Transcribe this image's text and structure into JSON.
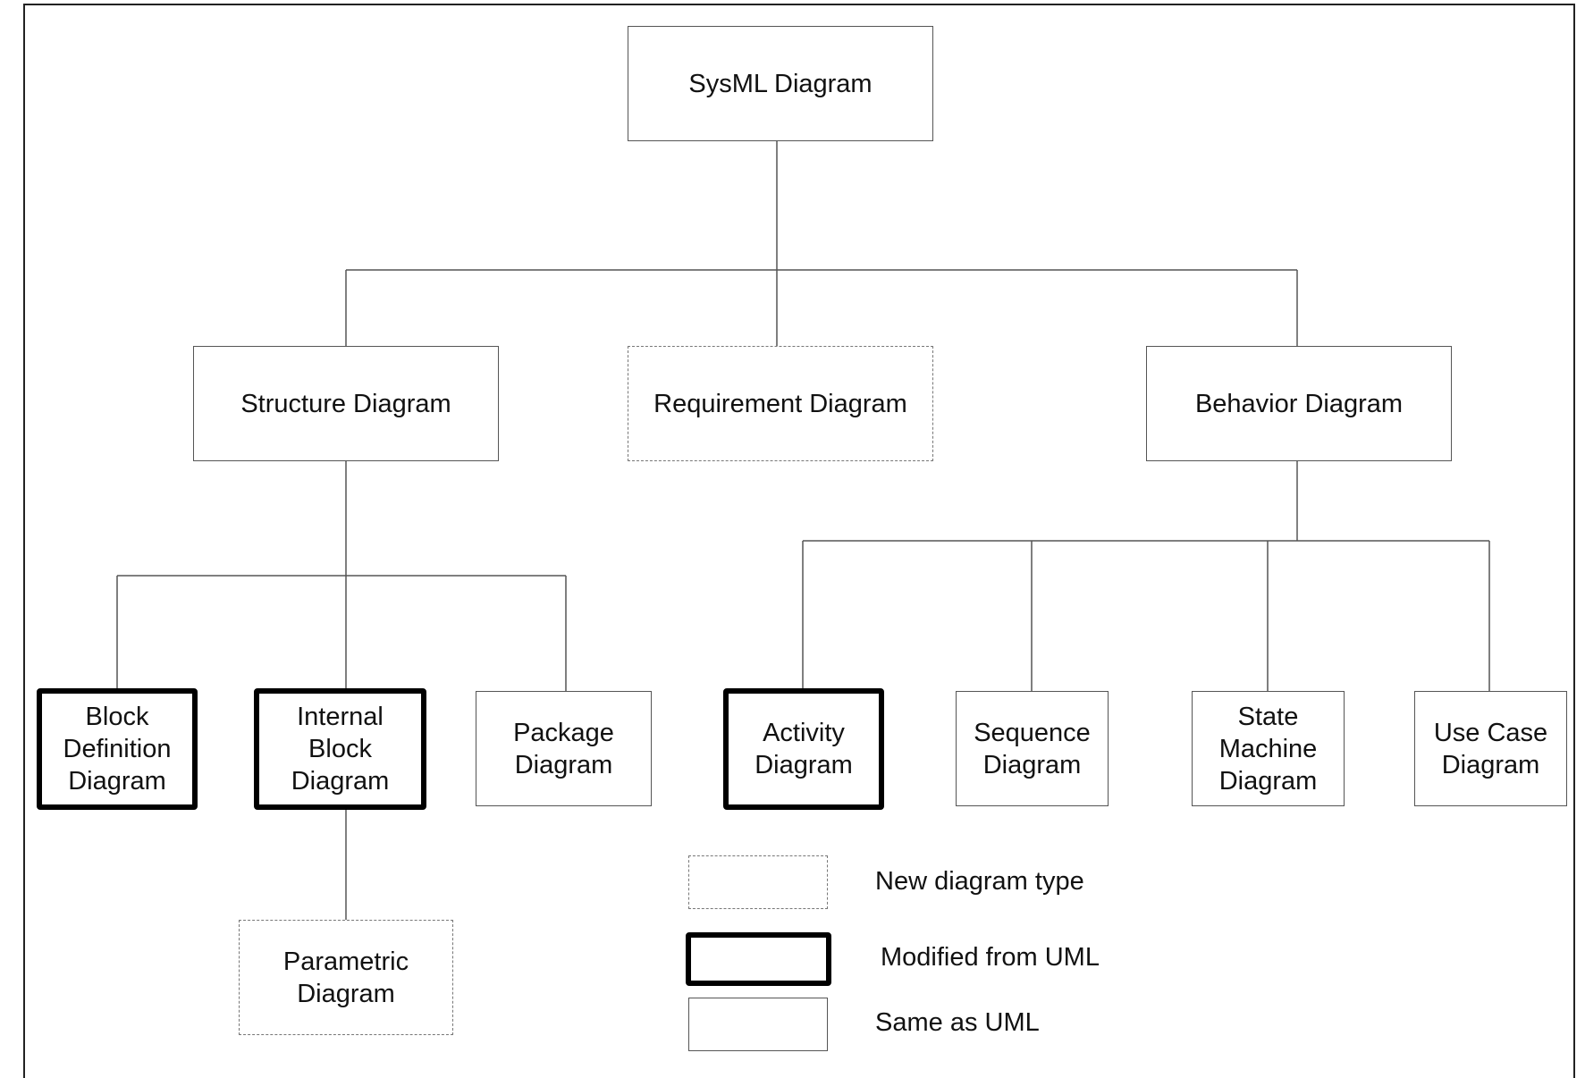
{
  "nodes": {
    "sysml": "SysML Diagram",
    "structure": "Structure Diagram",
    "requirement": "Requirement Diagram",
    "behavior": "Behavior Diagram",
    "block_definition": "Block\nDefinition\nDiagram",
    "internal_block": "Internal\nBlock\nDiagram",
    "package": "Package\nDiagram",
    "activity": "Activity\nDiagram",
    "sequence": "Sequence\nDiagram",
    "state_machine": "State\nMachine\nDiagram",
    "use_case": "Use Case\nDiagram",
    "parametric": "Parametric\nDiagram"
  },
  "legend": {
    "new": "New diagram type",
    "modified": "Modified from UML",
    "same": "Same as UML"
  },
  "colors": {
    "line": "#555555",
    "modified_border": "#000000",
    "new_border": "#777777"
  }
}
